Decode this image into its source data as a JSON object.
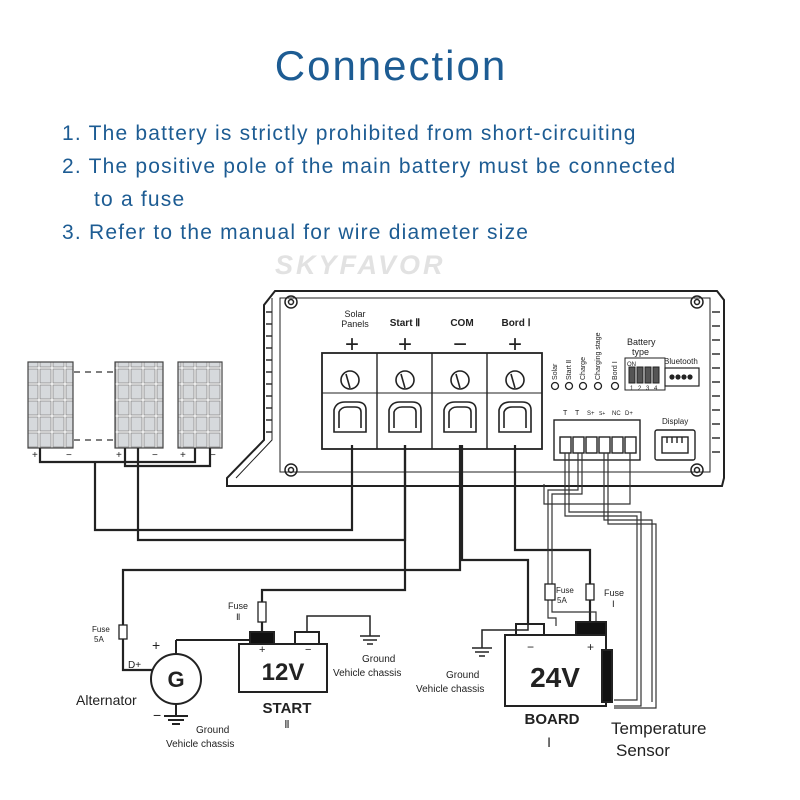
{
  "title": "Connection",
  "notes": [
    "1. The battery is strictly prohibited from short-circuiting",
    "2. The positive pole of the main battery must be connected",
    "to a fuse",
    "3. Refer to the manual for wire diameter size"
  ],
  "watermark": "SKYFAVOR",
  "terminals": {
    "solar_line1": "Solar",
    "solar_line2": "Panels",
    "start": "Start Ⅱ",
    "com": "COM",
    "bord": "Bord Ⅰ",
    "plus": "+",
    "minus": "−"
  },
  "indicators": [
    "Solar",
    "Start Ⅱ",
    "Charge",
    "Charging stage",
    "Bord Ⅰ"
  ],
  "battery_type": {
    "line1": "Battery",
    "line2": "type",
    "on": "ON",
    "nums": [
      "1",
      "2",
      "3",
      "4"
    ]
  },
  "bluetooth": "Bluetooth",
  "display": "Display",
  "signal_labels": [
    "T",
    "T",
    "S+",
    "S+",
    "NC",
    "D+"
  ],
  "fuse_alt": {
    "label": "Fuse",
    "value": "5A"
  },
  "fuse_start": {
    "label": "Fuse",
    "value": "Ⅱ"
  },
  "fuse_board_small": {
    "label": "Fuse",
    "value": "5A"
  },
  "fuse_board": {
    "label": "Fuse",
    "value": "Ⅰ"
  },
  "alternator": {
    "symbol": "G",
    "label": "Alternator",
    "terminal": "D+",
    "plus": "+",
    "minus": "−"
  },
  "battery_start": {
    "voltage": "12V",
    "name": "START",
    "roman": "Ⅱ",
    "plus": "+",
    "minus": "−"
  },
  "battery_board": {
    "voltage": "24V",
    "name": "BOARD",
    "roman": "Ⅰ",
    "plus": "+",
    "minus": "−"
  },
  "ground": {
    "line1": "Ground",
    "line2": "Vehicle chassis"
  },
  "temp_sensor": {
    "line1": "Temperature",
    "line2": "Sensor"
  },
  "panel_signs": {
    "plus": "+",
    "minus": "−"
  },
  "colors": {
    "title_blue": "#1d5c93",
    "line": "#222222",
    "watermark": "#e2e2e2"
  }
}
